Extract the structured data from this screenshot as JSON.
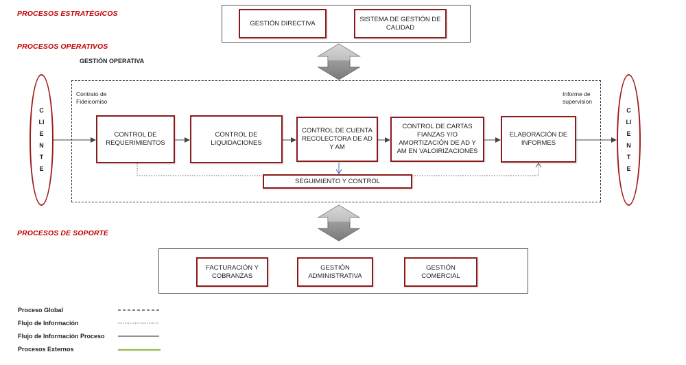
{
  "sections": {
    "strategic": "PROCESOS ESTRATÉGICOS",
    "operative": "PROCESOS OPERATIVOS",
    "support": "PROCESOS DE SOPORTE"
  },
  "strategic_boxes": [
    "GESTIÓN DIRECTIVA",
    "SISTEMA DE GESTIÓN DE CALIDAD"
  ],
  "operative": {
    "title": "GESTIÓN OPERATIVA",
    "input_note": "Contrato de Fideicomiso",
    "output_note": "Informe de supervision",
    "client_left": "CLIENTE",
    "client_right": "CLIENTE",
    "steps": [
      "CONTROL DE REQUERIMIENTOS",
      "CONTROL DE LIQUIDACIONES",
      "CONTROL DE CUENTA RECOLECTORA DE AD Y AM",
      "CONTROL DE CARTAS FIANZAS Y/O AMORTIZACIÓN DE AD Y AM EN VALOIRIZACIONES",
      "ELABORACIÓN DE INFORMES"
    ],
    "monitoring": "SEGUIMIENTO Y CONTROL"
  },
  "support_boxes": [
    "FACTURACIÓN Y COBRANZAS",
    "GESTIÓN ADMINISTRATIVA",
    "GESTIÓN COMERCIAL"
  ],
  "legend": [
    {
      "label": "Proceso Global",
      "style": "dashed",
      "color": "#333333"
    },
    {
      "label": "Flujo de Información",
      "style": "dotted",
      "color": "#555555"
    },
    {
      "label": "Flujo de Información Proceso",
      "style": "solid",
      "color": "#555555"
    },
    {
      "label": "Procesos Externos",
      "style": "solid",
      "color": "#9bbb59"
    }
  ],
  "colors": {
    "accent": "#c00000",
    "box_border": "#8b1a1a",
    "arrow_fill": "#a6a6a6"
  }
}
